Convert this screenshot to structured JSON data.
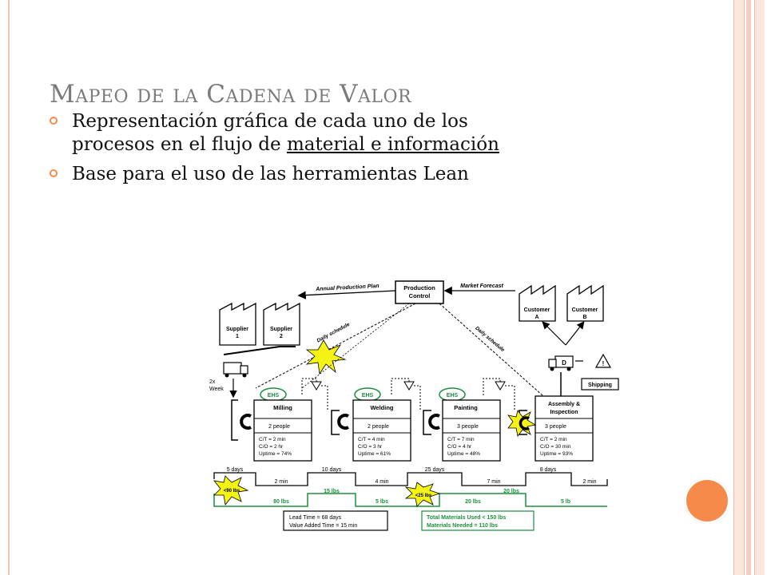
{
  "title": "Mapeo de la Cadena de Valor",
  "bullets": [
    {
      "text_line1": "Representación gráfica de cada uno de los",
      "text_line2_plain": "procesos en el flujo de ",
      "text_line2_underlined": "material e información"
    },
    {
      "text": "Base para el uso de las herramientas Lean"
    }
  ],
  "diagram": {
    "control": {
      "line1": "Production",
      "line2": "Control"
    },
    "annual_plan": "Annual Production Plan",
    "market_forecast": "Market Forecast",
    "daily_schedule_left": "Daily schedule",
    "daily_schedule_right": "Daily schedule",
    "suppliers": [
      {
        "line1": "Supplier",
        "line2": "1"
      },
      {
        "line1": "Supplier",
        "line2": "2"
      }
    ],
    "customers": [
      {
        "line1": "Customer",
        "line2": "A"
      },
      {
        "line1": "Customer",
        "line2": "B"
      }
    ],
    "truck_left_label": {
      "line1": "2x",
      "line2": "Week"
    },
    "truck_right_label": "D",
    "warning_symbol": "!",
    "shipping": "Shipping",
    "ehs": "EHS",
    "processes": [
      {
        "name": "Milling",
        "people": "2 people",
        "ct": "C/T = 2 min",
        "co": "C/O = 2 hr",
        "uptime": "Uptime = 74%"
      },
      {
        "name": "Welding",
        "people": "2 people",
        "ct": "C/T = 4 min",
        "co": "C/O = 3 hr",
        "uptime": "Uptime = 61%"
      },
      {
        "name": "Painting",
        "people": "3 people",
        "ct": "C/T = 7 min",
        "co": "C/O = 4 hr",
        "uptime": "Uptime = 48%"
      },
      {
        "name_line1": "Assembly &",
        "name_line2": "Inspection",
        "people": "3 people",
        "ct": "C/T = 2 min",
        "co": "C/O = 30 min",
        "uptime": "Uptime = 93%"
      }
    ],
    "timeline_days": [
      "5 days",
      "10 days",
      "25 days",
      "8 days"
    ],
    "timeline_times": [
      "2 min",
      "4 min",
      "7 min",
      "2 min"
    ],
    "inventory_top": [
      "15 lbs",
      "20 lbs"
    ],
    "inventory_bottom": [
      "80 lbs",
      "5 lbs",
      "20 lbs",
      "5 lb"
    ],
    "kaizen_bursts": [
      "<90 lbs",
      "<25 lbs"
    ],
    "summary_left": {
      "line1": "Lead Time = 68 days",
      "line2": "Value Added Time = 15 min"
    },
    "summary_right": {
      "line1": "Total Materials Used < 150 lbs",
      "line2": "Materials Needed = 110 lbs"
    }
  }
}
